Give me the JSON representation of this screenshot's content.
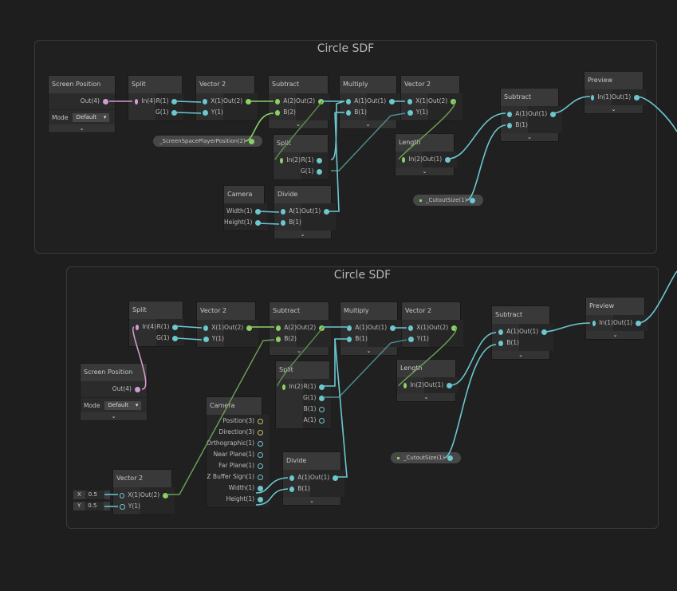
{
  "colors": {
    "background": "#1e1e1e",
    "node_header": "#393939",
    "float_port": "#6cc7cf",
    "vector2_port": "#8bd067",
    "vector4_port": "#d39bd1",
    "vector3_port": "#c9c46e"
  },
  "groups": [
    {
      "title": "Circle SDF",
      "nodes": {
        "screen_position": {
          "title": "Screen Position",
          "out": "Out(4)",
          "mode_label": "Mode",
          "mode_value": "Default"
        },
        "split1": {
          "title": "Split",
          "in": "In(4)",
          "outs": [
            "R(1)",
            "G(1)"
          ]
        },
        "vector2a": {
          "title": "Vector 2",
          "ins": [
            "X(1)",
            "Y(1)"
          ],
          "out": "Out(2)"
        },
        "subtract1": {
          "title": "Subtract",
          "ins": [
            "A(2)",
            "B(2)"
          ],
          "out": "Out(2)"
        },
        "multiply": {
          "title": "Multiply",
          "ins": [
            "A(1)",
            "B(1)"
          ],
          "out": "Out(1)"
        },
        "vector2b": {
          "title": "Vector 2",
          "ins": [
            "X(1)",
            "Y(1)"
          ],
          "out": "Out(2)"
        },
        "split2": {
          "title": "Split",
          "in": "In(2)",
          "outs": [
            "R(1)",
            "G(1)"
          ]
        },
        "length": {
          "title": "Length",
          "in": "In(2)",
          "out": "Out(1)"
        },
        "subtract2": {
          "title": "Subtract",
          "ins": [
            "A(1)",
            "B(1)"
          ],
          "out": "Out(1)"
        },
        "preview": {
          "title": "Preview",
          "in": "In(1)",
          "out": "Out(1)"
        },
        "camera": {
          "title": "Camera",
          "outs": [
            "Width(1)",
            "Height(1)"
          ]
        },
        "divide": {
          "title": "Divide",
          "ins": [
            "A(1)",
            "B(1)"
          ],
          "out": "Out(1)"
        }
      },
      "properties": {
        "player_position": "_ScreenSpacePlayerPosition(2)",
        "cutout_size": "_CutoutSize(1)"
      }
    },
    {
      "title": "Circle SDF",
      "nodes": {
        "split1": {
          "title": "Split",
          "in": "In(4)",
          "outs": [
            "R(1)",
            "G(1)"
          ]
        },
        "vector2a": {
          "title": "Vector 2",
          "ins": [
            "X(1)",
            "Y(1)"
          ],
          "out": "Out(2)"
        },
        "subtract1": {
          "title": "Subtract",
          "ins": [
            "A(2)",
            "B(2)"
          ],
          "out": "Out(2)"
        },
        "multiply": {
          "title": "Multiply",
          "ins": [
            "A(1)",
            "B(1)"
          ],
          "out": "Out(1)"
        },
        "vector2b": {
          "title": "Vector 2",
          "ins": [
            "X(1)",
            "Y(1)"
          ],
          "out": "Out(2)"
        },
        "screen_position": {
          "title": "Screen Position",
          "out": "Out(4)",
          "mode_label": "Mode",
          "mode_value": "Default"
        },
        "split2": {
          "title": "Split",
          "in": "In(2)",
          "outs": [
            "R(1)",
            "G(1)",
            "B(1)",
            "A(1)"
          ]
        },
        "length": {
          "title": "Length",
          "in": "In(2)",
          "out": "Out(1)"
        },
        "subtract2": {
          "title": "Subtract",
          "ins": [
            "A(1)",
            "B(1)"
          ],
          "out": "Out(1)"
        },
        "preview": {
          "title": "Preview",
          "in": "In(1)",
          "out": "Out(1)"
        },
        "camera": {
          "title": "Camera",
          "outs": [
            "Position(3)",
            "Direction(3)",
            "Orthographic(1)",
            "Near Plane(1)",
            "Far Plane(1)",
            "Z Buffer Sign(1)",
            "Width(1)",
            "Height(1)"
          ]
        },
        "divide": {
          "title": "Divide",
          "ins": [
            "A(1)",
            "B(1)"
          ],
          "out": "Out(1)"
        },
        "vector2c": {
          "title": "Vector 2",
          "ins": [
            "X(1)",
            "Y(1)"
          ],
          "out": "Out(2)",
          "x_axis": "X",
          "x_value": "0.5",
          "y_axis": "Y",
          "y_value": "0.5"
        }
      },
      "properties": {
        "cutout_size": "_CutoutSize(1)"
      }
    }
  ],
  "icons": {
    "expand": "⌄",
    "dropdown": "▾"
  }
}
